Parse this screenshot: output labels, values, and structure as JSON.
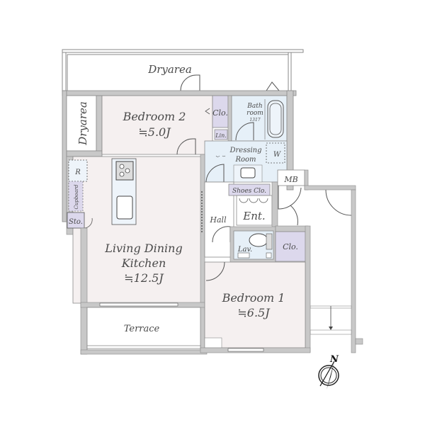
{
  "floorplan": {
    "rooms": {
      "dryarea_top": {
        "label": "Dryarea"
      },
      "dryarea_left": {
        "label": "Dryarea"
      },
      "bedroom2": {
        "label": "Bedroom 2",
        "size": "≒5.0J"
      },
      "closet_bedroom2": {
        "label": "Clo."
      },
      "linen": {
        "label": "Lin."
      },
      "bathroom": {
        "label": "Bath",
        "label2": "room",
        "size": "1317"
      },
      "dressing": {
        "label": "Dressing",
        "label2": "Room"
      },
      "washer": {
        "label": "W"
      },
      "refrigerator": {
        "label": "R"
      },
      "cupboard": {
        "label": "Cupboard"
      },
      "storage": {
        "label": "Sto."
      },
      "ldk": {
        "label": "Living Dining",
        "label2": "Kitchen",
        "size": "≒12.5J"
      },
      "terrace": {
        "label": "Terrace"
      },
      "hall": {
        "label": "Hall"
      },
      "entrance": {
        "label": "Ent."
      },
      "shoes_closet": {
        "label": "Shoes Clo."
      },
      "mb": {
        "label": "MB"
      },
      "lavatory": {
        "label": "Lav."
      },
      "closet_bedroom1": {
        "label": "Clo."
      },
      "bedroom1": {
        "label": "Bedroom 1",
        "size": "≒6.5J"
      }
    },
    "compass": {
      "label": "N"
    },
    "colors": {
      "wall": "#c8c8c8",
      "wall_stroke": "#8a8a8a",
      "room_floor": "#f5f0f0",
      "wet_area": "#e6f0f8",
      "closet": "#dcd8ec",
      "text": "#4a4a4a"
    }
  }
}
